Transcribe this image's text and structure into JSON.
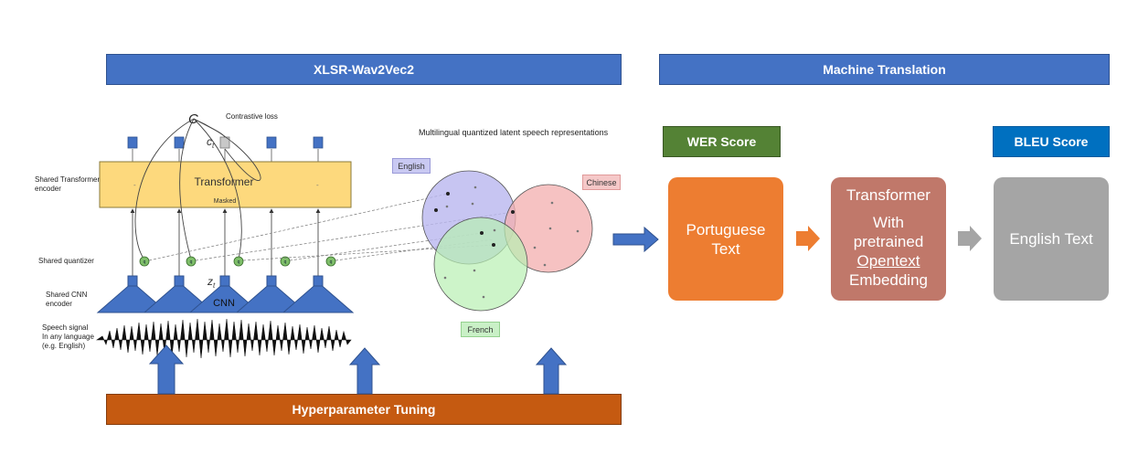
{
  "banners": {
    "left": "XLSR-Wav2Vec2",
    "right": "Machine Translation",
    "bottom": "Hyperparameter Tuning"
  },
  "scores": {
    "wer": "WER Score",
    "bleu": "BLEU Score"
  },
  "pipeline": {
    "portuguese": [
      "Portuguese",
      "Text"
    ],
    "transformer": [
      "Transformer",
      "With",
      "pretrained",
      "Opentext",
      "Embedding"
    ],
    "english": "English Text"
  },
  "wav2vec": {
    "contrastive_loss": "Contrastive loss",
    "multilingual_title": "Multilingual quantized latent speech representations",
    "left_labels": {
      "transformer_encoder": [
        "Shared Transformer",
        "encoder"
      ],
      "quantizer": "Shared quantizer",
      "cnn_encoder": [
        "Shared CNN",
        "encoder"
      ],
      "speech": [
        "Speech signal",
        "In any language",
        "(e.g. English)"
      ]
    },
    "transformer_label": "Transformer",
    "masked_label": "Masked",
    "cnn_label": "CNN",
    "symbol_c": "C",
    "symbol_ct": "c",
    "symbol_ct_sub": "t",
    "symbol_zt": "z",
    "symbol_zt_sub": "t",
    "quantizer_symbol": "q",
    "dash": "-",
    "languages": [
      "English",
      "Chinese",
      "French"
    ]
  },
  "colors": {
    "blue": "#4472c4",
    "orange": "#ed7d31",
    "green": "#548235",
    "bleu": "#0070c0",
    "transformer_card": "#c0786a",
    "gray": "#a5a5a5",
    "dark_orange": "#c55a11"
  }
}
